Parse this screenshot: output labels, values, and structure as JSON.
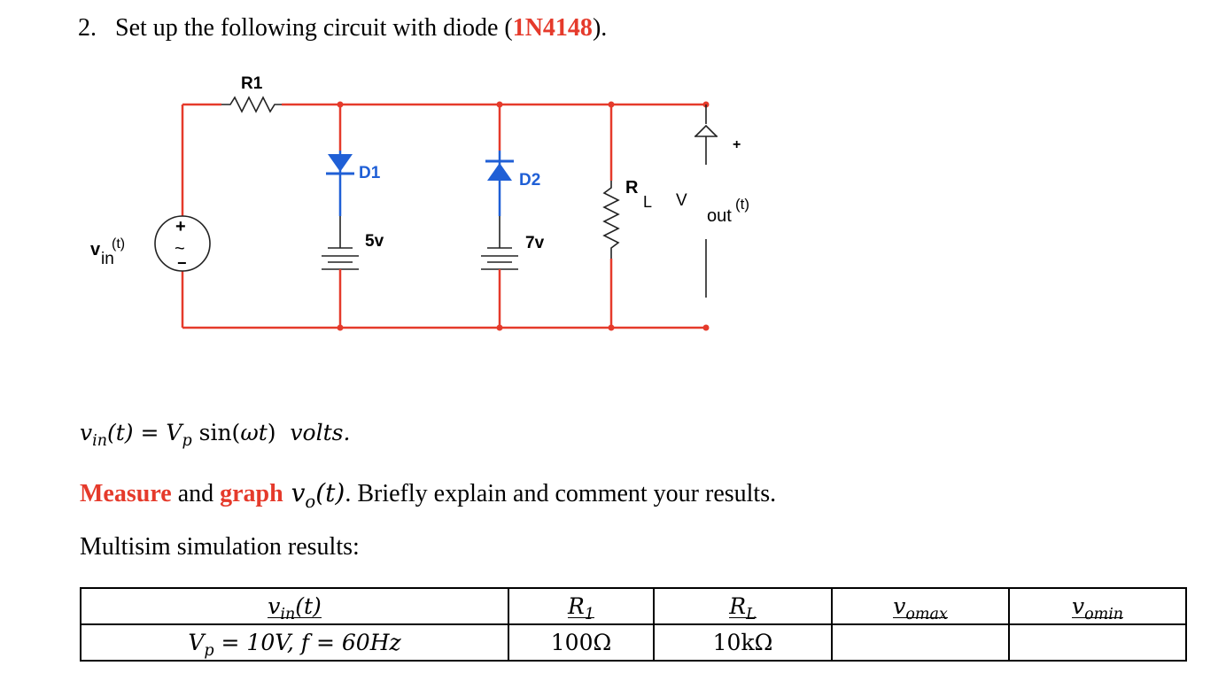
{
  "question": {
    "number": "2.",
    "text_before": "Set up the following circuit with diode (",
    "diode_part": "1N4148",
    "text_after": ")."
  },
  "circuit": {
    "resistor_r1": "R1",
    "diode_d1": "D1",
    "diode_d2": "D2",
    "battery_1": "5v",
    "battery_2": "7v",
    "load_resistor": "R",
    "load_resistor_sub": "L",
    "source_label": "v",
    "source_sub": "in",
    "source_arg": "(t)",
    "source_plus": "+",
    "source_minus": "−",
    "source_tilde": "~",
    "output_label": "V",
    "output_sub": "out",
    "output_arg": "(t)",
    "output_plus": "+",
    "colors": {
      "wire": "#e53a2b",
      "diode": "#1f5fd6",
      "component": "#222222"
    }
  },
  "equation": {
    "lhs": "v",
    "lhs_sub": "in",
    "lhs_arg": "(t) = ",
    "amp": "V",
    "amp_sub": "p",
    "func": " sin(",
    "omega": "ωt",
    "close": ") ",
    "unit": "volts."
  },
  "instruction": {
    "measure": "Measure",
    "and": " and ",
    "graph": "graph",
    "vo": " v",
    "vo_sub": "o",
    "vo_arg": "(t)",
    "rest": ". Briefly explain and comment your results."
  },
  "simulation_label": "Multisim simulation results:",
  "table": {
    "headers": [
      {
        "main": "v",
        "sub": "in",
        "tail": "(t)"
      },
      {
        "main": "R",
        "sub": "1",
        "tail": ""
      },
      {
        "main": "R",
        "sub": "L",
        "tail": ""
      },
      {
        "main": "v",
        "sub": "omax",
        "tail": ""
      },
      {
        "main": "v",
        "sub": "omin",
        "tail": ""
      }
    ],
    "row": {
      "vin_amp": "V",
      "vin_amp_sub": "p",
      "vin_rest": " = 10V, f  = 60Hz",
      "r1": "100Ω",
      "rl": "10kΩ",
      "vomax": "",
      "vomin": ""
    }
  }
}
